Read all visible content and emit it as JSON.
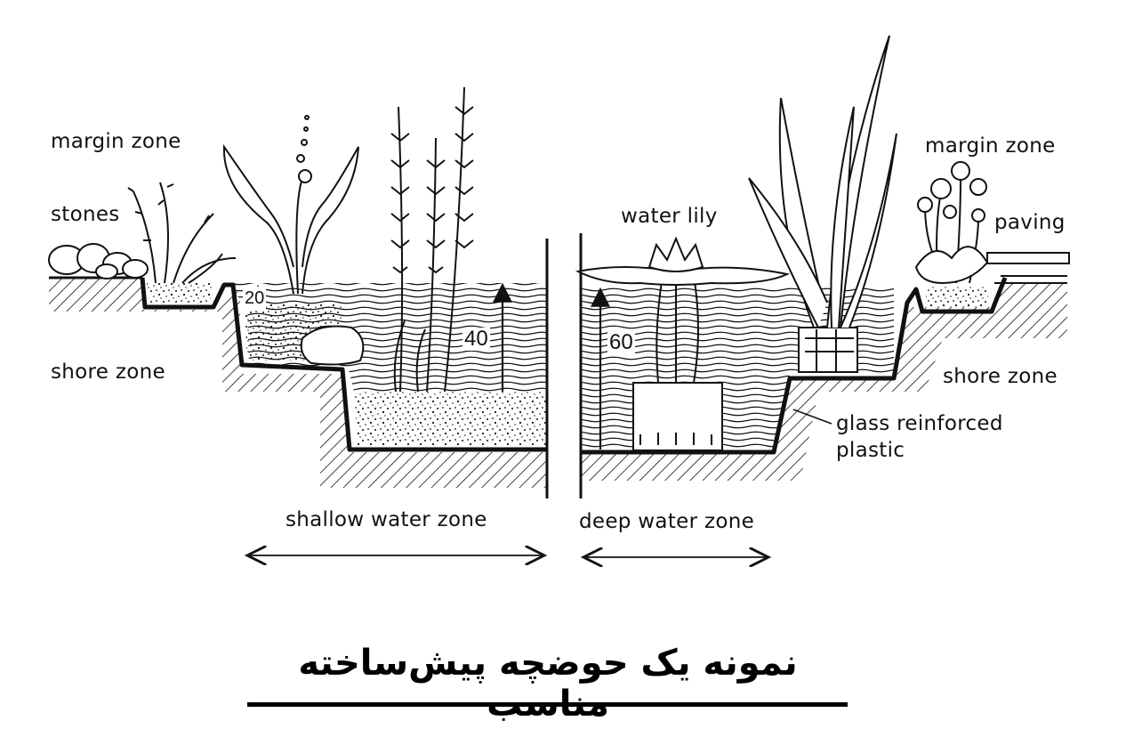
{
  "labels": {
    "margin_zone_left": "margin zone",
    "stones": "stones",
    "shore_zone_left": "shore zone",
    "water_lily": "water lily",
    "margin_zone_right": "margin zone",
    "paving": "paving",
    "shore_zone_right": "shore zone",
    "glass_reinforced_plastic": "glass reinforced\nplastic",
    "shallow_water_zone": "shallow water zone",
    "deep_water_zone": "deep water zone"
  },
  "depths": {
    "margin": "20",
    "shallow": "40",
    "deep": "60"
  },
  "caption": "نمونه یک حوضچه پیش‌ساخته مناسب",
  "colors": {
    "ink": "#111111",
    "background": "#ffffff"
  }
}
